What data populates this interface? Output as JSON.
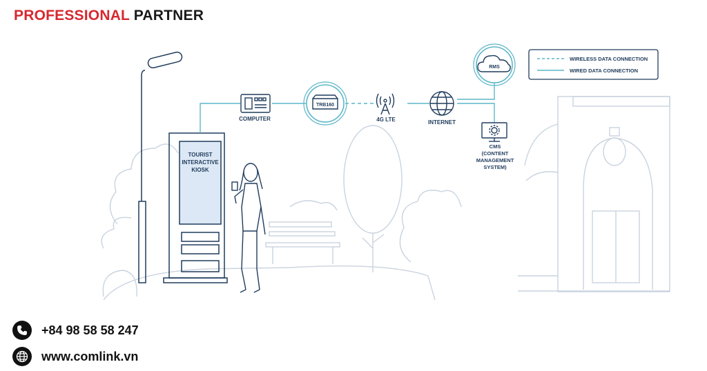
{
  "header": {
    "part1": "PROFESSIONAL",
    "part2": "PARTNER",
    "accent_color": "#d7282f"
  },
  "legend": {
    "wireless": "WIRELESS DATA CONNECTION",
    "wired": "WIRED DATA CONNECTION"
  },
  "nodes": {
    "computer": "COMPUTER",
    "router": "TRB160",
    "lte": "4G LTE",
    "internet": "INTERNET",
    "rms": "RMS",
    "cms_line1": "CMS",
    "cms_line2": "(CONTENT",
    "cms_line3": "MANAGEMENT",
    "cms_line4": "SYSTEM)"
  },
  "kiosk": {
    "line1": "TOURIST",
    "line2": "INTERACTIVE",
    "line3": "KIOSK"
  },
  "contact": {
    "phone": "+84 98 58 58 247",
    "website": "www.comlink.vn"
  },
  "icons": [
    "phone-icon",
    "globe-icon",
    "cloud-icon",
    "computer-icon",
    "router-icon",
    "antenna-icon",
    "internet-globe-icon",
    "monitor-gear-icon"
  ],
  "colors": {
    "line": "#1f3b5b",
    "accent_teal": "#5bb6c8",
    "scenery": "#c9d3de",
    "kiosk_screen": "#dce8f5"
  }
}
